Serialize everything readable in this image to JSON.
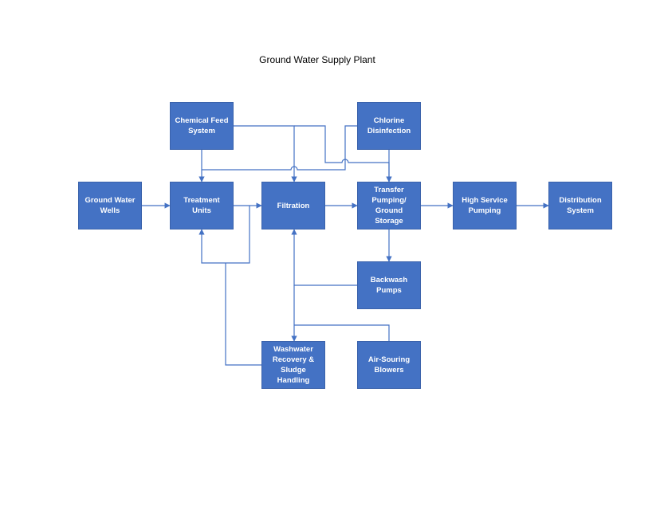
{
  "title": "Ground Water Supply Plant",
  "colors": {
    "box_fill": "#4472c4",
    "connector": "#4472c4",
    "text": "#ffffff"
  },
  "nodes": {
    "chemical_feed": "Chemical Feed\nSystem",
    "chlorine": "Chlorine\nDisinfection",
    "wells": "Ground Water\nWells",
    "treatment": "Treatment\nUnits",
    "filtration": "Filtration",
    "transfer": "Transfer\nPumping/\nGround\nStorage",
    "high_service": "High Service\nPumping",
    "distribution": "Distribution\nSystem",
    "backwash": "Backwash\nPumps",
    "washwater": "Washwater\nRecovery &\nSludge\nHandling",
    "air_scouring": "Air-Souring\nBlowers"
  }
}
